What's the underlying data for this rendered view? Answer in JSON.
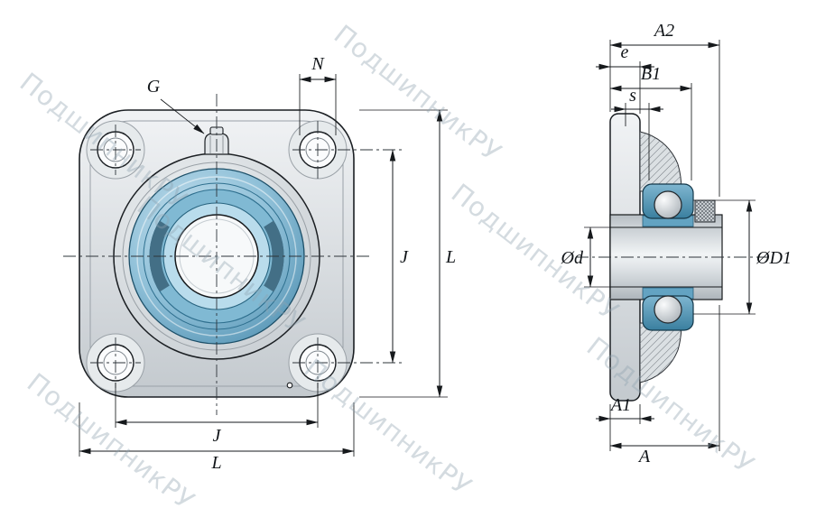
{
  "watermark": {
    "text": "ПодшипникРУ",
    "color": "#8fa3b0"
  },
  "front_view": {
    "labels": {
      "g": "G",
      "n": "N",
      "j_side": "J",
      "l_side": "L",
      "j_bottom": "J",
      "l_bottom": "L"
    }
  },
  "side_view": {
    "labels": {
      "a2": "A2",
      "e": "e",
      "b1": "B1",
      "s": "s",
      "shaft_dia": "Ød",
      "outer_dia": "ØD1",
      "a1": "A1",
      "a": "A"
    }
  },
  "colors": {
    "line": "#16191c",
    "metal_light": "#f1f3f5",
    "metal_dark": "#c3c9ce",
    "bearing_blue": "#4f8fb0",
    "bearing_blue_light": "#b9dcec"
  }
}
